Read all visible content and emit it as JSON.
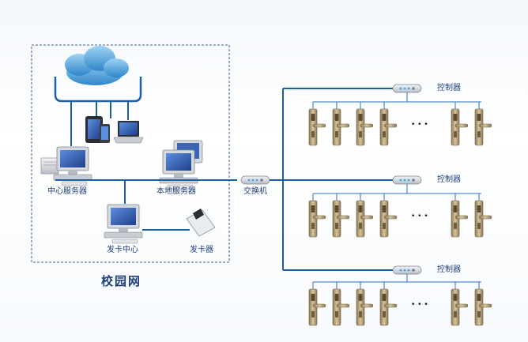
{
  "labels": {
    "central_server": "中心服务器",
    "local_server": "本地服务器",
    "card_center": "发卡中心",
    "card_issuer": "发卡器",
    "switch": "交换机",
    "campus": "校园网"
  },
  "controllers": [
    {
      "label": "控制器"
    },
    {
      "label": "控制器"
    },
    {
      "label": "控制器"
    }
  ],
  "ellipsis": "• • •",
  "colors": {
    "line": "#1a5fa8",
    "thin_line": "#2a73c2",
    "dashed_border": "#3a5f8f",
    "lock_body": "#b8a27a",
    "monitor_screen": "#2b4f9e"
  }
}
